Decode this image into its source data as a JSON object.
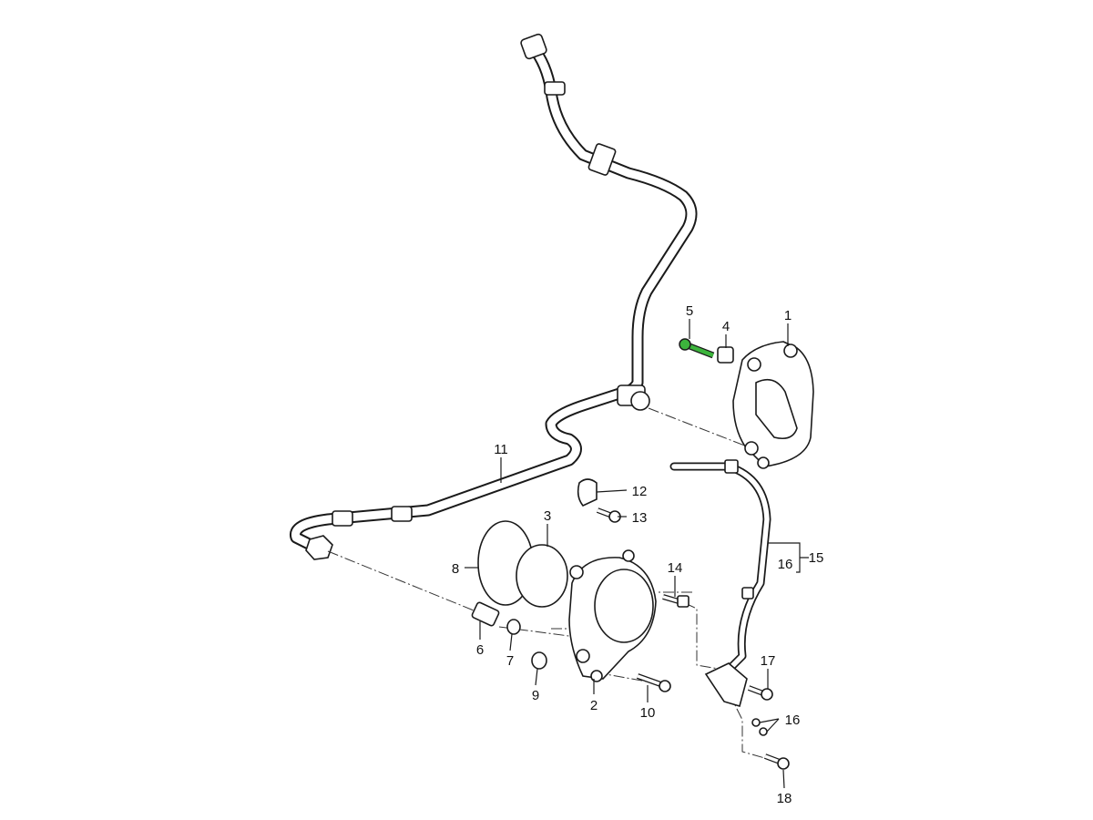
{
  "diagram": {
    "title": "Vacuum pump and vacuum line parts diagram",
    "highlight_color": "#3cb43c",
    "callouts": {
      "c1": "1",
      "c2": "2",
      "c3": "3",
      "c4": "4",
      "c5": "5",
      "c6": "6",
      "c7": "7",
      "c8": "8",
      "c9": "9",
      "c10": "10",
      "c11": "11",
      "c12": "12",
      "c13": "13",
      "c14": "14",
      "c15": "15",
      "c16a": "16",
      "c16b": "16",
      "c17": "17",
      "c18": "18"
    },
    "highlighted_part": "5"
  }
}
